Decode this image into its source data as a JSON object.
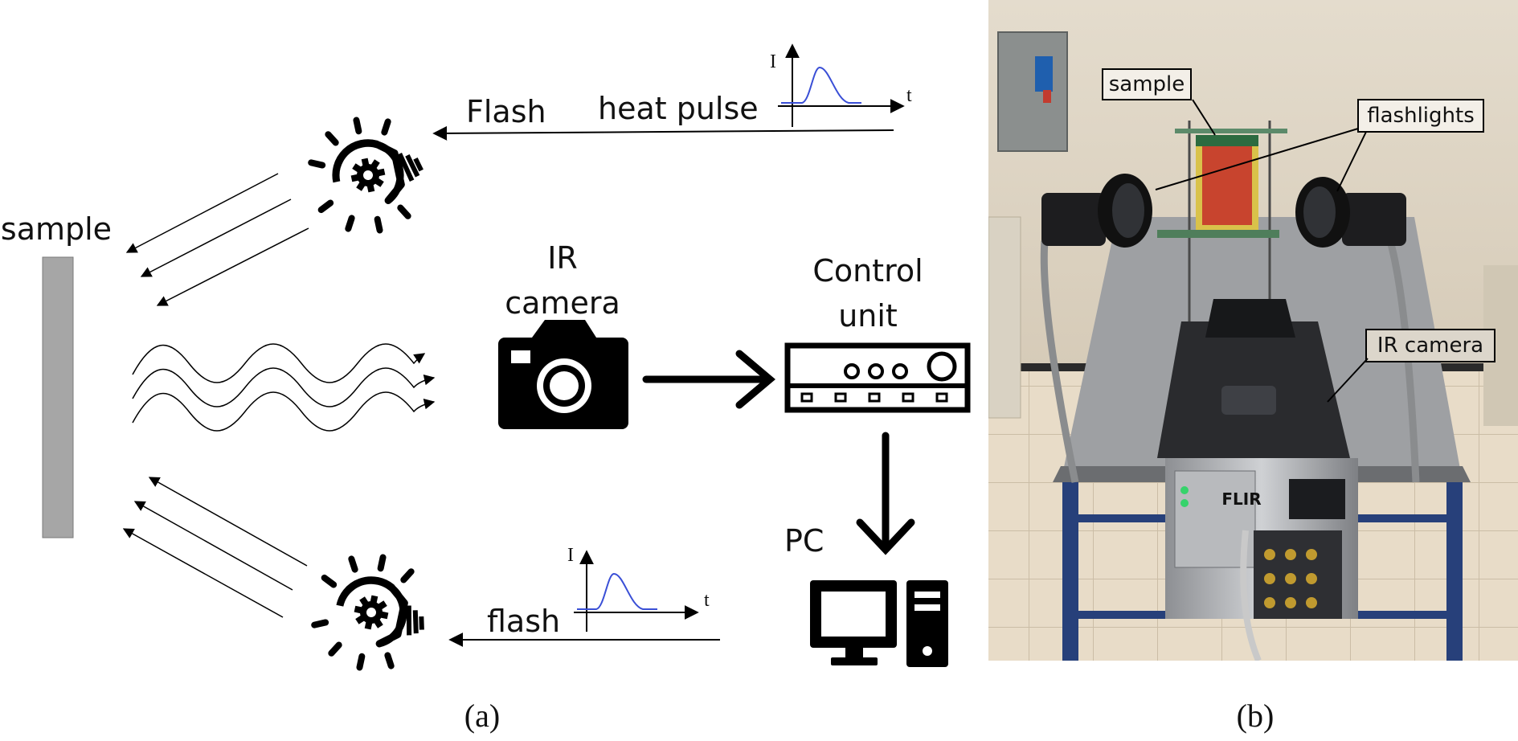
{
  "panel_a": {
    "sample_label": "sample",
    "flash_top_label": "Flash",
    "heat_pulse_label": "heat pulse",
    "ir_camera_line1": "IR",
    "ir_camera_line2": "camera",
    "control_unit_line1": "Control",
    "control_unit_line2": "unit",
    "pc_label": "PC",
    "flash_bottom_label": "flash",
    "pulse_axis_y": "I",
    "pulse_axis_x": "t",
    "caption": "(a)"
  },
  "panel_b": {
    "label_sample": "sample",
    "label_flashlights": "flashlights",
    "label_ir_camera": "IR camera",
    "brand": "FLIR",
    "caption": "(b)"
  },
  "colors": {
    "pulse_curve": "#3a4fd6",
    "sample_bar": "#a6a6a6",
    "ink": "#000000"
  },
  "icons": [
    "flash-bulb-icon",
    "camera-icon",
    "control-unit-icon",
    "desktop-pc-icon"
  ]
}
